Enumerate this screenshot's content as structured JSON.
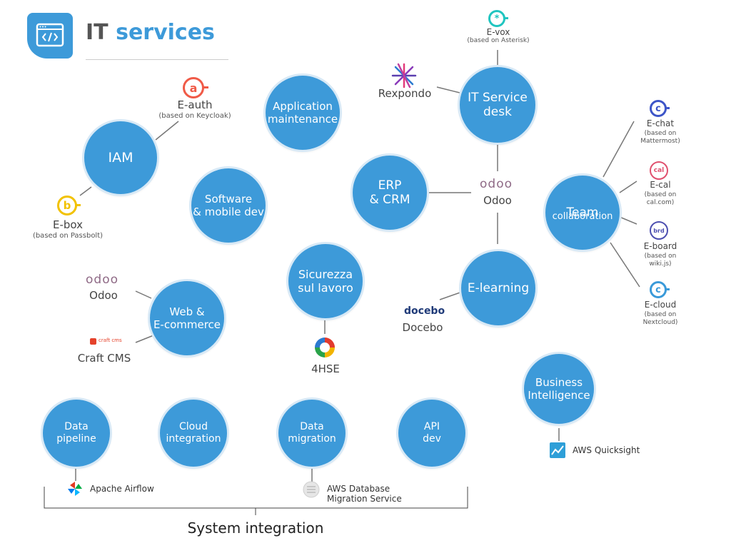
{
  "header": {
    "title_part1": "IT",
    "title_part2": "services",
    "icon": "code-window-icon"
  },
  "nodes": {
    "iam": "IAM",
    "app_maintenance": "Application\nmaintenance",
    "software_mobile": "Software\n& mobile dev",
    "it_service_desk": "IT Service\ndesk",
    "erp_crm": "ERP\n& CRM",
    "team_collab_title": "Team",
    "team_collab_sub": "collaboration",
    "sicurezza": "Sicurezza\nsul lavoro",
    "web_ecommerce": "Web &\nE-commerce",
    "e_learning": "E-learning",
    "business_intelligence": "Business\nIntelligence",
    "data_pipeline": "Data\npipeline",
    "cloud_integration": "Cloud\nintegration",
    "data_migration": "Data\nmigration",
    "api_dev": "API\ndev"
  },
  "tools": {
    "e_auth": {
      "name": "E-auth",
      "note": "(based on Keycloak)",
      "icon_text": "a"
    },
    "e_box": {
      "name": "E-box",
      "note": "(based on Passbolt)",
      "icon_text": "b"
    },
    "e_vox": {
      "name": "E-vox",
      "note": "(based on Asterisk)",
      "icon_text": "*"
    },
    "rexpondo": {
      "name": "Rexpondo"
    },
    "odoo_erp": {
      "logo": "odoo",
      "name": "Odoo"
    },
    "odoo_web": {
      "logo": "odoo",
      "name": "Odoo"
    },
    "craft": {
      "logo": "craft cms",
      "name": "Craft CMS"
    },
    "fourhse": {
      "name": "4HSE"
    },
    "docebo": {
      "logo": "docebo",
      "name": "Docebo"
    },
    "e_chat": {
      "name": "E-chat",
      "note": "(based on\nMattermost)",
      "icon_text": "c"
    },
    "e_cal": {
      "name": "E-cal",
      "note": "(based on\ncal.com)",
      "icon_text": "cal"
    },
    "e_board": {
      "name": "E-board",
      "note": "(based on\nwiki.js)",
      "icon_text": "brd"
    },
    "e_cloud": {
      "name": "E-cloud",
      "note": "(based on\nNextcloud)",
      "icon_text": "c"
    },
    "aws_quicksight": {
      "name": "AWS Quicksight"
    },
    "apache_airflow": {
      "name": "Apache Airflow"
    },
    "aws_dms": {
      "name": "AWS Database\nMigration Service"
    }
  },
  "footer": {
    "system_integration": "System integration"
  },
  "colors": {
    "accent": "#3d9ad9",
    "line": "#777777",
    "e_auth": "#f05a47",
    "e_box": "#f2c200",
    "e_vox": "#20c5c0",
    "e_chat": "#3d55c8",
    "e_cal": "#e0506e",
    "e_board": "#4d4fb0",
    "e_cloud": "#3a9ad9",
    "odoo": "#8f6a86",
    "docebo": "#1f3a78",
    "craft": "#e5422b"
  }
}
